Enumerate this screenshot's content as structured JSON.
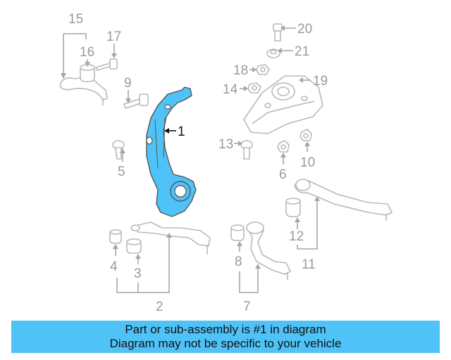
{
  "callouts": {
    "c1": "1",
    "c2": "2",
    "c3": "3",
    "c4": "4",
    "c5": "5",
    "c6": "6",
    "c7": "7",
    "c8": "8",
    "c9": "9",
    "c10": "10",
    "c11": "11",
    "c12": "12",
    "c13": "13",
    "c14": "14",
    "c15": "15",
    "c16": "16",
    "c17": "17",
    "c18": "18",
    "c19": "19",
    "c20": "20",
    "c21": "21"
  },
  "banner": {
    "line1": "Part or sub-assembly is #1 in diagram",
    "line2": "Diagram may not be specific to your vehicle"
  },
  "colors": {
    "highlight_part": "#4fc3f7",
    "banner_background": "#4fc3f7",
    "part_outline": "#b9b9b9",
    "callout_text": "#9a9a9a"
  }
}
